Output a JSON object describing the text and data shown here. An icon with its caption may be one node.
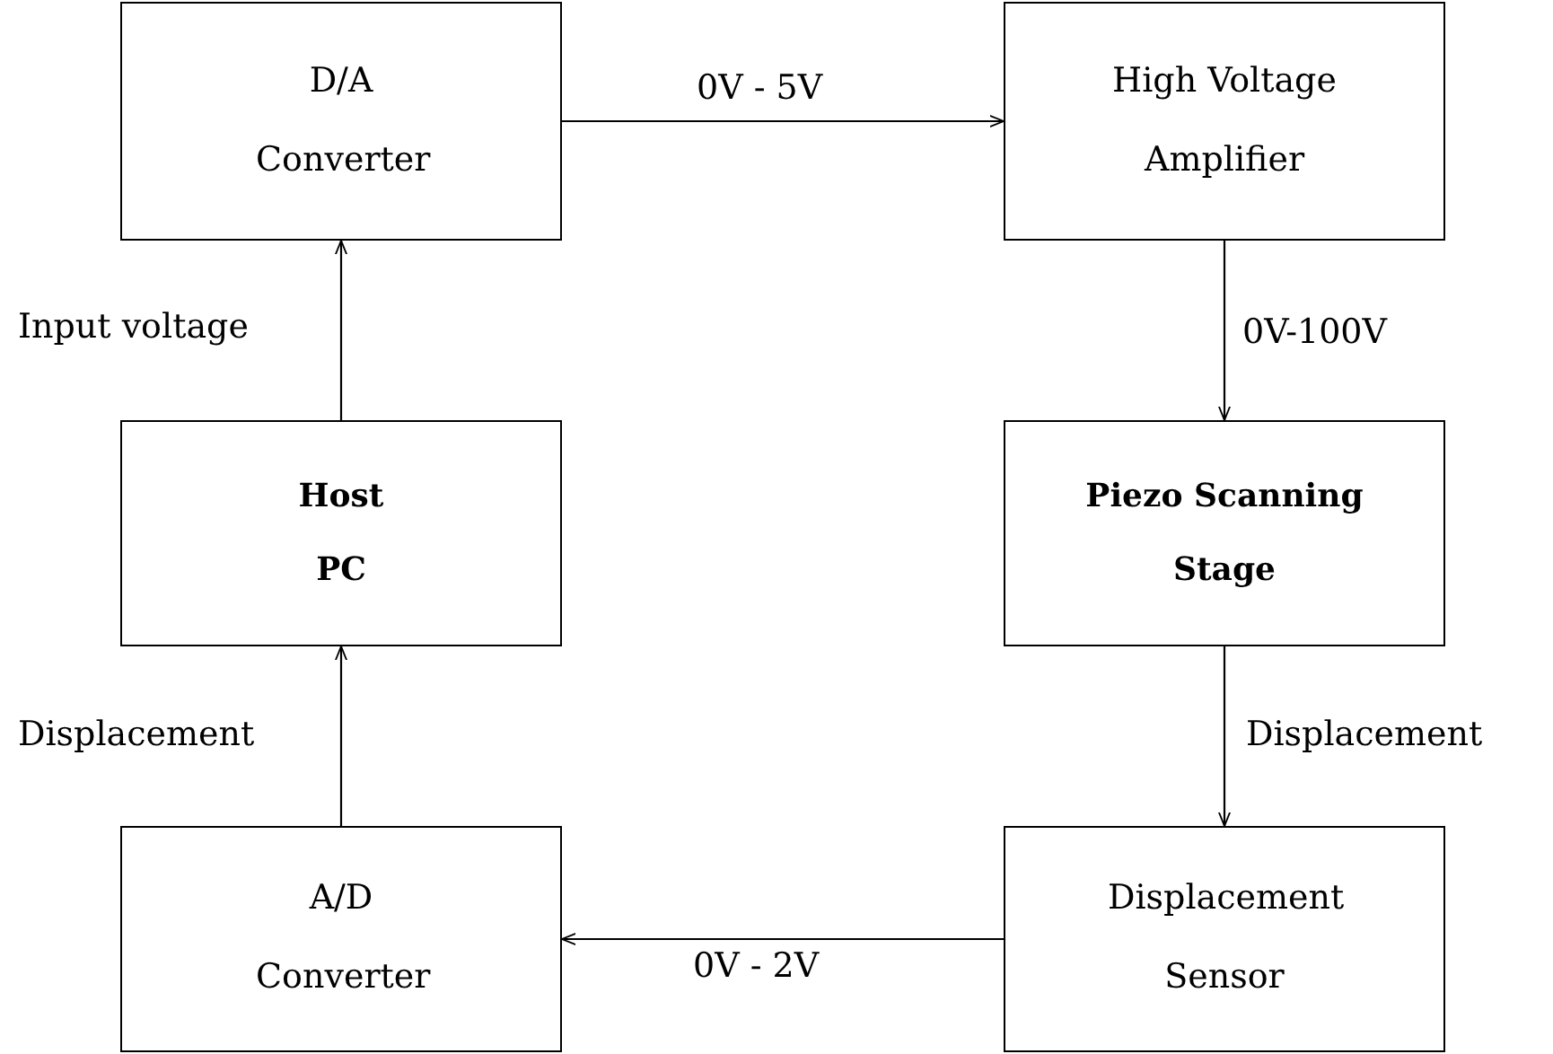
{
  "diagram": {
    "nodes": [
      {
        "text": [
          "D/A Converter"
        ]
      },
      {
        "text": [
          "High Voltage Amplifier"
        ]
      },
      {
        "text": [
          "Host PC"
        ]
      },
      {
        "text": [
          "Piezo Scanning Stage"
        ]
      },
      {
        "text": [
          "A/D Converter"
        ]
      },
      {
        "text": [
          "Displacement Sensor"
        ]
      }
    ],
    "edges": [
      {
        "from": 0,
        "to": 1,
        "arrow": "to",
        "label": "0V - 5V"
      },
      {
        "from": 1,
        "to": 3,
        "arrow": "to",
        "label": "0V-100V"
      },
      {
        "from": 3,
        "to": 5,
        "arrow": "to",
        "label": "Displacement"
      },
      {
        "from": 5,
        "to": 4,
        "arrow": "to",
        "label": "0V - 2V"
      },
      {
        "from": 4,
        "to": 2,
        "arrow": "to",
        "label": "Displacement"
      },
      {
        "from": 2,
        "to": 0,
        "arrow": "to",
        "label": "Input voltage"
      }
    ]
  }
}
